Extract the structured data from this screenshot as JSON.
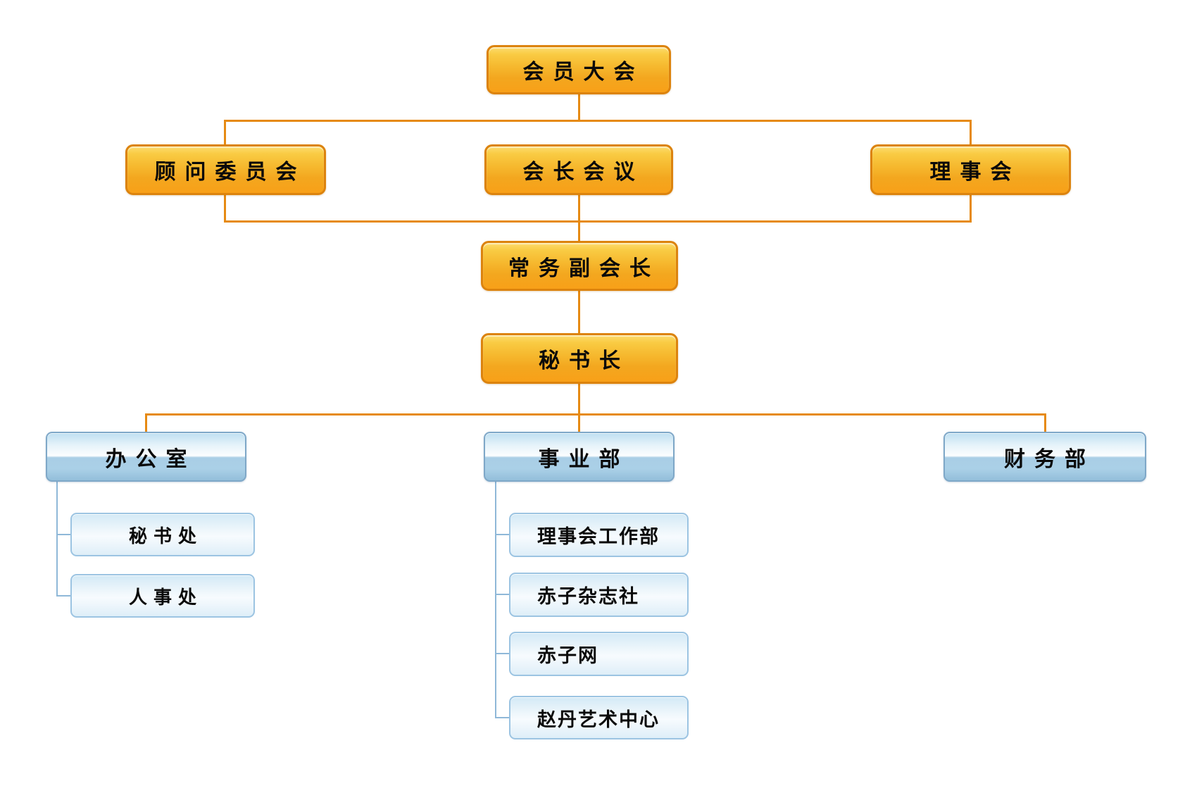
{
  "chart_type": "org-chart",
  "colors": {
    "gold_box_border": "#DC830E",
    "gold_box_top": "#FDDC6E",
    "gold_box_bottom": "#F8A018",
    "orange_connector": "#E68A13",
    "blue_box_border": "#7FA8C8",
    "blue_box_top": "#BFDFF1",
    "blue_box_bottom": "#93BEDA",
    "sub_box_border": "#9CC4E2",
    "sub_box_fill": "#EDF6FB",
    "blue_connector": "#8FB8D8",
    "text": "#000000",
    "background": "#FFFFFF"
  },
  "nodes": {
    "general_assembly": {
      "label": "会员大会",
      "style": "gold"
    },
    "advisory_committee": {
      "label": "顾问委员会",
      "style": "gold"
    },
    "presidents_meeting": {
      "label": "会长会议",
      "style": "gold"
    },
    "board_of_directors": {
      "label": "理事会",
      "style": "gold"
    },
    "executive_vice_president": {
      "label": "常务副会长",
      "style": "gold"
    },
    "secretary_general": {
      "label": "秘书长",
      "style": "gold"
    },
    "office": {
      "label": "办公室",
      "style": "blue-header"
    },
    "business_dept": {
      "label": "事业部",
      "style": "blue-header"
    },
    "finance_dept": {
      "label": "财务部",
      "style": "blue-header"
    },
    "secretariat": {
      "label": "秘书处",
      "style": "sub"
    },
    "personnel": {
      "label": "人事处",
      "style": "sub"
    },
    "board_work_dept": {
      "label": "理事会工作部",
      "style": "sub"
    },
    "chizi_magazine": {
      "label": "赤子杂志社",
      "style": "sub"
    },
    "chizi_net": {
      "label": "赤子网",
      "style": "sub"
    },
    "zhaodan_art_center": {
      "label": "赵丹艺术中心",
      "style": "sub"
    }
  },
  "edges": [
    [
      "general_assembly",
      "advisory_committee"
    ],
    [
      "general_assembly",
      "presidents_meeting"
    ],
    [
      "general_assembly",
      "board_of_directors"
    ],
    [
      "presidents_meeting",
      "executive_vice_president"
    ],
    [
      "executive_vice_president",
      "secretary_general"
    ],
    [
      "secretary_general",
      "office"
    ],
    [
      "secretary_general",
      "business_dept"
    ],
    [
      "secretary_general",
      "finance_dept"
    ],
    [
      "office",
      "secretariat"
    ],
    [
      "office",
      "personnel"
    ],
    [
      "business_dept",
      "board_work_dept"
    ],
    [
      "business_dept",
      "chizi_magazine"
    ],
    [
      "business_dept",
      "chizi_net"
    ],
    [
      "business_dept",
      "zhaodan_art_center"
    ]
  ]
}
